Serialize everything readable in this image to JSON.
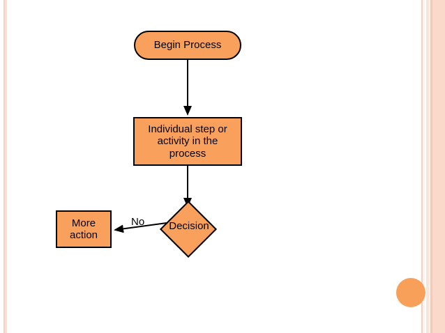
{
  "slide": {
    "background_color": "#FFFFFF",
    "accent_color": "#F9A05C",
    "outline_color": "#000000",
    "stripe_color_light": "#FBE3D8",
    "stripe_color_mid": "#F7CFBE",
    "stripe_color_pale": "#FDF1EB"
  },
  "flowchart": {
    "nodes": [
      {
        "id": "begin",
        "shape": "rounded-terminator",
        "label": "Begin Process"
      },
      {
        "id": "process",
        "shape": "rectangle",
        "label": "Individual step or activity in the process"
      },
      {
        "id": "decision",
        "shape": "diamond",
        "label": "Decision"
      },
      {
        "id": "more",
        "shape": "rectangle",
        "label": "More action"
      }
    ],
    "edges": [
      {
        "id": "begin-to-process",
        "from": "begin",
        "to": "process",
        "label": ""
      },
      {
        "id": "process-to-decision",
        "from": "process",
        "to": "decision",
        "label": ""
      },
      {
        "id": "decision-to-more",
        "from": "decision",
        "to": "more",
        "label": "No"
      }
    ]
  },
  "decorations": {
    "circle_name": "orange-circle",
    "left_stripe_name": "left-edge-stripe",
    "right_stripe_name": "right-edge-stripe-band"
  }
}
